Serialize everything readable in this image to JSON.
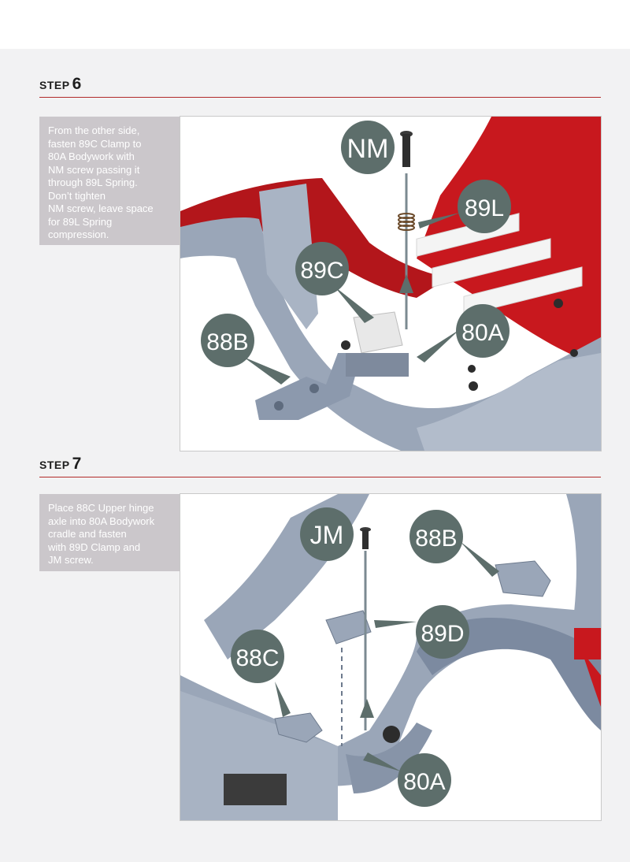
{
  "steps": [
    {
      "word": "step",
      "number": "6",
      "text_lines": [
        "From the other side,",
        "fasten 89C Clamp to",
        "80A Bodywork with",
        "NM screw passing it",
        "through 89L Spring.",
        "Don’t tighten",
        "NM screw, leave space",
        "for 89L Spring",
        "compression."
      ],
      "callouts": {
        "nm": "NM",
        "l89": "89L",
        "c89": "89C",
        "b88": "88B",
        "a80": "80A"
      }
    },
    {
      "word": "step",
      "number": "7",
      "text_lines": [
        "Place 88C Upper hinge",
        "axle into 80A Bodywork",
        "cradle and fasten",
        "with 89D Clamp and",
        "JM screw."
      ],
      "callouts": {
        "jm": "JM",
        "b88": "88B",
        "d89": "89D",
        "c88": "88C",
        "a80": "80A"
      }
    }
  ],
  "colors": {
    "accent_rule": "#b22a2a",
    "callout_fill": "#5d6e6b",
    "text_box": "#cbc7cb",
    "part_blue": "#9aa6b8",
    "bodywork_red": "#c8181e"
  }
}
